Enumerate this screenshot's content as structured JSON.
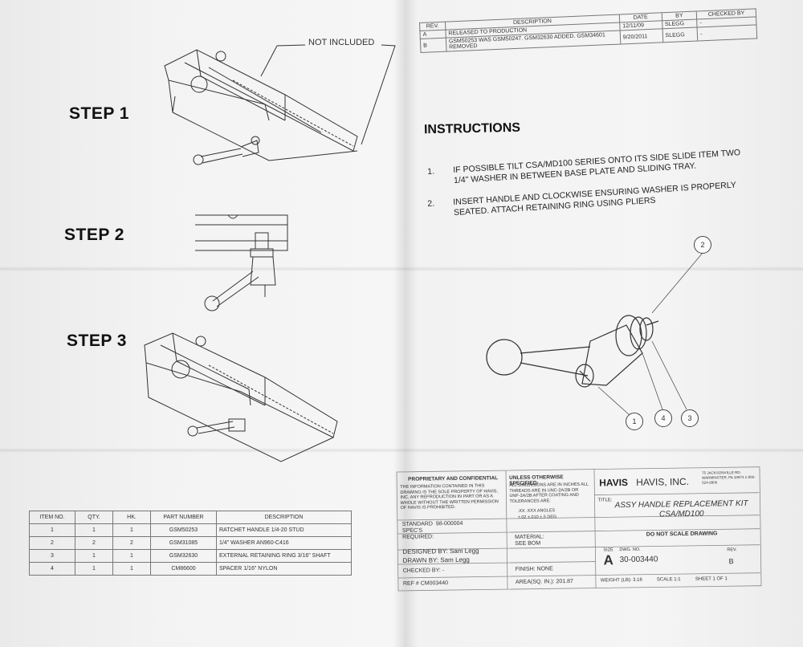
{
  "steps": {
    "s1": "STEP 1",
    "s2": "STEP 2",
    "s3": "STEP 3"
  },
  "not_included": "NOT INCLUDED",
  "revisions": {
    "headers": [
      "REV.",
      "DESCRIPTION",
      "DATE",
      "BY",
      "CHECKED BY"
    ],
    "rows": [
      [
        "A",
        "RELEASED TO PRODUCTION",
        "12/11/09",
        "SLEGG",
        "-"
      ],
      [
        "B",
        "GSM50253 WAS GSM50247. GSM32630 ADDED. GSM34601 REMOVED",
        "9/20/2011",
        "SLEGG",
        "-"
      ]
    ]
  },
  "instructions": {
    "title": "INSTRUCTIONS",
    "items": [
      {
        "num": "1.",
        "text": "IF POSSIBLE TILT CSA/MD100 SERIES ONTO ITS SIDE SLIDE ITEM TWO 1/4\" WASHER IN BETWEEN BASE PLATE AND SLIDING TRAY."
      },
      {
        "num": "2.",
        "text": "INSERT HANDLE  AND CLOCKWISE ENSURING WASHER IS PROPERLY SEATED. ATTACH RETAINING RING USING PLIERS"
      }
    ]
  },
  "callouts": [
    "2",
    "1",
    "4",
    "3"
  ],
  "bom": {
    "headers": [
      "ITEM NO.",
      "QTY.",
      "HK.",
      "PART NUMBER",
      "DESCRIPTION"
    ],
    "rows": [
      [
        "1",
        "1",
        "1",
        "GSM50253",
        "RATCHET HANDLE 1/4-20 STUD"
      ],
      [
        "2",
        "2",
        "2",
        "GSM31085",
        "1/4\" WASHER AN960-C416"
      ],
      [
        "3",
        "1",
        "1",
        "GSM32630",
        "EXTERNAL RETAINING RING 3/16\" SHAFT"
      ],
      [
        "4",
        "1",
        "1",
        "CM86600",
        "SPACER 1/16\" NYLON"
      ]
    ]
  },
  "title_block": {
    "proprietary_title": "PROPRIETARY AND CONFIDENTIAL",
    "proprietary_text": "THE INFORMATION CONTAINED IN THIS DRAWING IS THE SOLE PROPERTY OF HAVIS, INC. ANY REPRODUCTION IN PART OR AS A WHOLE WITHOUT THE WRITTEN PERMISSION OF HAVIS IS PROHIBITED.",
    "unless_title": "UNLESS OTHERWISE SPECIFIED:",
    "unless_text": "ALL DIMENSIONS ARE IN INCHES ALL THREADS ARE IN UNC-2A/2B OR UNF-2A/2B AFTER COATING AND TOLERANCES ARE:",
    "tol_header": ".XX   .XXX   ANGLES",
    "tol_values": "±.02  ±.010  ±.5 DEG",
    "logo": "HAVIS",
    "company": "HAVIS, INC.",
    "address": "75 JACKSONVILLE RD. WARMINSTER, PA 18974 1-800-524-9900",
    "title_label": "TITLE:",
    "title_line1": "ASSY HANDLE REPLACEMENT KIT",
    "title_line2": "CSA/MD100",
    "do_not_scale": "DO NOT SCALE DRAWING",
    "standard_label": "STANDARD",
    "standard_value": "98-000004",
    "specs_label": "SPEC'S",
    "required_label": "REQUIRED:",
    "material_label": "MATERIAL:",
    "material_value": "SEE BOM",
    "designed": "DESIGNED BY: Sam Legg",
    "drawn": "DRAWN BY: Sam Legg",
    "checked": "CHECKED BY: -",
    "finish": "FINISH: NONE",
    "ref": "REF # CM003440",
    "area": "AREA(SQ. IN.): 201.87",
    "size_label": "SIZE",
    "size_value": "A",
    "dwg_label": "DWG. NO.",
    "dwg_value": "30-003440",
    "rev_label": "REV.",
    "rev_value": "B",
    "weight": "WEIGHT (LB): 3.16",
    "scale": "SCALE 1:1",
    "sheet": "SHEET 1 OF 1"
  }
}
